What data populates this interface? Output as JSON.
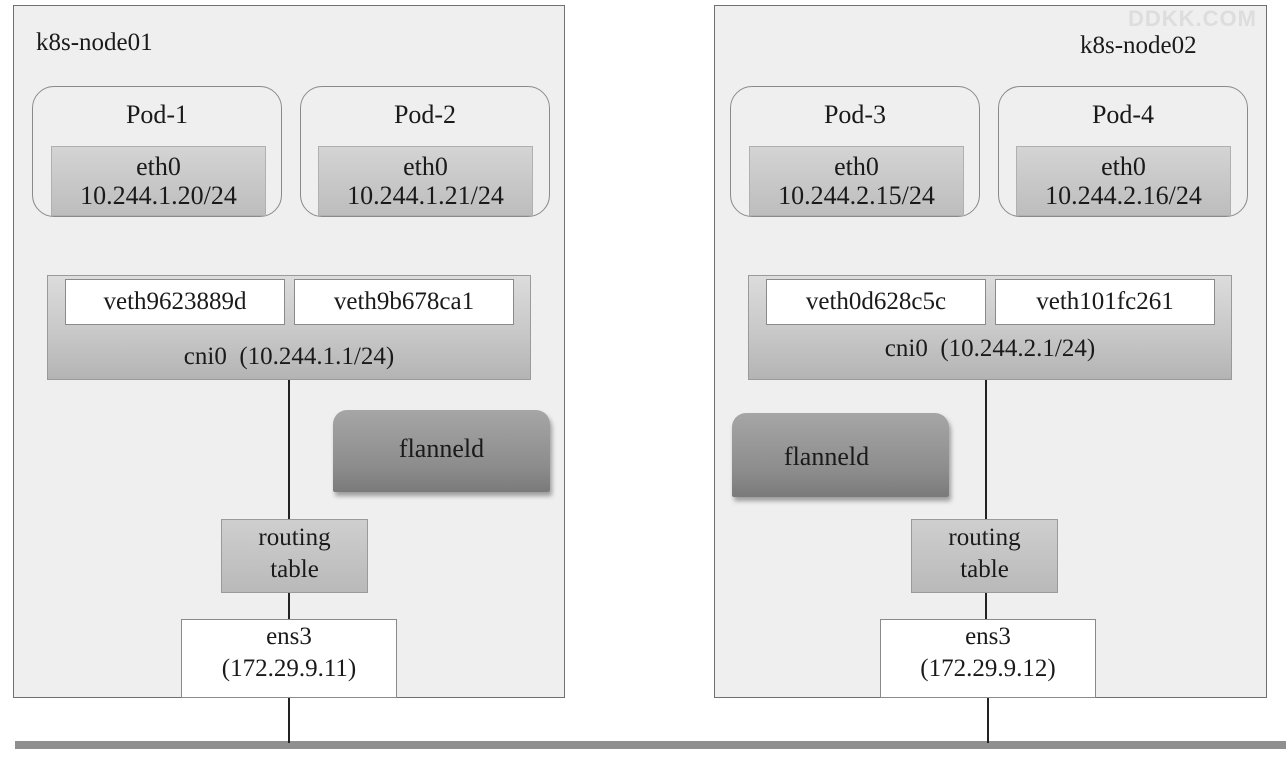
{
  "nodes": [
    {
      "name": "k8s-node01",
      "pods": [
        {
          "name": "Pod-1",
          "iface": "eth0",
          "ip": "10.244.1.20/24"
        },
        {
          "name": "Pod-2",
          "iface": "eth0",
          "ip": "10.244.1.21/24"
        }
      ],
      "veths": [
        "veth9623889d",
        "veth9b678ca1"
      ],
      "bridge": "cni0  (10.244.1.1/24)",
      "daemon": "flanneld",
      "routing": [
        "routing",
        "table"
      ],
      "nic": [
        "ens3",
        "(172.29.9.11)"
      ]
    },
    {
      "name": "k8s-node02",
      "pods": [
        {
          "name": "Pod-3",
          "iface": "eth0",
          "ip": "10.244.2.15/24"
        },
        {
          "name": "Pod-4",
          "iface": "eth0",
          "ip": "10.244.2.16/24"
        }
      ],
      "veths": [
        "veth0d628c5c",
        "veth101fc261"
      ],
      "bridge": "cni0  (10.244.2.1/24)",
      "daemon": "flanneld",
      "routing": [
        "routing",
        "table"
      ],
      "nic": [
        "ens3",
        "(172.29.9.12)"
      ]
    }
  ],
  "watermark": "DDKK.COM",
  "colors": {
    "node_bg": "#efefef",
    "box_gray": "#c4c4c4",
    "flanneld": "#959595",
    "network_line": "#8f8f8f"
  }
}
